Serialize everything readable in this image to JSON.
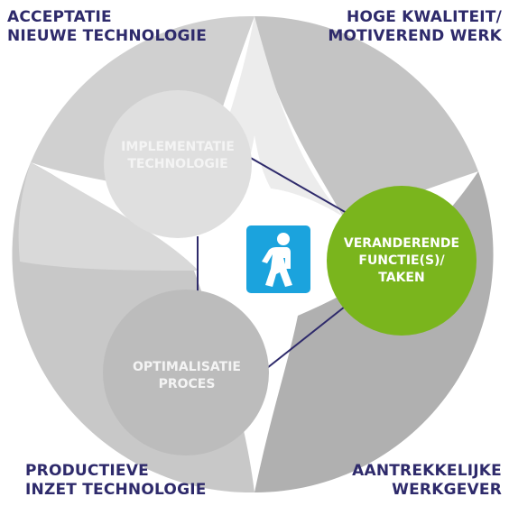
{
  "colors": {
    "ring_light": "#cfcfcf",
    "ring_mid": "#c2c2c2",
    "ring_dark": "#b3b3b3",
    "ring_darker": "#a9a9a9",
    "implementation_circle": "#dedede",
    "optimization_circle": "#bdbdbd",
    "function_circle": "#7ab51d",
    "connector": "#2e2a6b",
    "icon_tile": "#1ba3dd",
    "corner_text": "#2e2a6b"
  },
  "corners": {
    "top_left": [
      "ACCEPTATIE",
      "NIEUWE TECHNOLOGIE"
    ],
    "top_right": [
      "HOGE KWALITEIT/",
      "MOTIVEREND WERK"
    ],
    "bottom_left": [
      "PRODUCTIEVE",
      "INZET TECHNOLOGIE"
    ],
    "bottom_right": [
      "AANTREKKELIJKE",
      "WERKGEVER"
    ]
  },
  "nodes": {
    "implementation": [
      "IMPLEMENTATIE",
      "TECHNOLOGIE"
    ],
    "optimization": [
      "OPTIMALISATIE",
      "PROCES"
    ],
    "function": [
      "VERANDERENDE",
      "FUNCTIE(S)/",
      "TAKEN"
    ]
  },
  "icon": "walking-person-icon"
}
